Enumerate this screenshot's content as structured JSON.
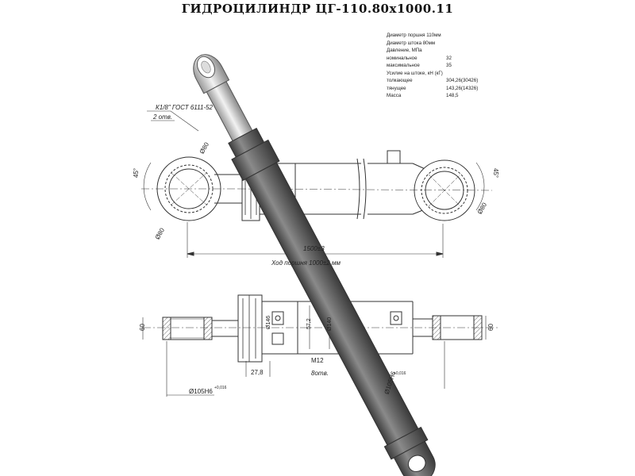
{
  "title": "ГИДРОЦИЛИНДР ЦГ-110.80х1000.11",
  "specs": [
    {
      "label": "Диаметр поршня 110мм",
      "value": ""
    },
    {
      "label": "Диаметр штока 80мм",
      "value": ""
    },
    {
      "label": "Давление, МПа",
      "value": ""
    },
    {
      "label": "номинальное",
      "value": "32"
    },
    {
      "label": "максимальное",
      "value": "35"
    },
    {
      "label": "Усилие на штоке, кН (кГ)",
      "value": ""
    },
    {
      "label": "толкающее",
      "value": "304,26(30426)"
    },
    {
      "label": "тянущее",
      "value": "143,26(14326)"
    },
    {
      "label": "Масса",
      "value": "148,5"
    }
  ],
  "annotations": {
    "port_thread": "К1/8\" ГОСТ 6111-52",
    "port_count": "2 отв.",
    "angle_left": "45°",
    "angle_right": "45°",
    "eye_dia_top_left": "Ø80",
    "eye_dia_bottom_left": "Ø80",
    "eye_dia_right": "Ø80",
    "length": "1500±3",
    "stroke": "Ход поршня 1000±2 мм",
    "width_left": "60",
    "width_right": "60",
    "dim_27_8": "27,8",
    "bore_dia": "Ø146",
    "dim_57_2": "57,2",
    "dim_140": "Ø140",
    "thread_m12": "М12",
    "holes_8": "8отв.",
    "pin_left": "Ø105H6",
    "tol_left": "+0,016",
    "pin_right": "Ø105H6",
    "tol_right": "+0,016"
  },
  "colors": {
    "cylinder_dark": "#5a5a5a",
    "cylinder_mid": "#7d7d7d",
    "rod_light": "#d8d8d8",
    "line": "#333333"
  }
}
